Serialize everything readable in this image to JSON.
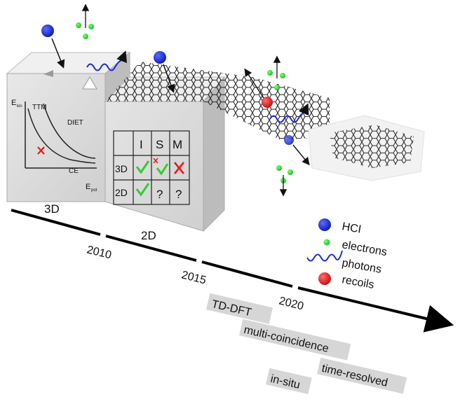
{
  "timeline": {
    "era_3d": "3D",
    "era_2d": "2D",
    "years": [
      "2010",
      "2015",
      "2020"
    ]
  },
  "graph_3d": {
    "y_axis": "E",
    "y_axis_sub": "kin",
    "x_axis": "E",
    "x_axis_sub": "pot",
    "curves": [
      "TTM",
      "DIET",
      "CE"
    ]
  },
  "matrix_2d": {
    "columns": [
      "I",
      "S",
      "M"
    ],
    "rows": [
      {
        "label": "3D",
        "cells": [
          "check",
          "cross-check",
          "cross"
        ]
      },
      {
        "label": "2D",
        "cells": [
          "check",
          "?",
          "?"
        ]
      }
    ]
  },
  "legend": [
    {
      "label": "HCI",
      "symbol": "blue-ball",
      "color": "#1a2fd0"
    },
    {
      "label": "electrons",
      "symbol": "green-dot",
      "color": "#33dd33"
    },
    {
      "label": "photons",
      "symbol": "wave",
      "color": "#1a2fd0"
    },
    {
      "label": "recoils",
      "symbol": "red-ball",
      "color": "#e51d1d"
    }
  ],
  "methods": [
    "TD-DFT",
    "multi-coincidence",
    "time-resolved",
    "in-situ"
  ],
  "colors": {
    "hci": "#1a2fd0",
    "electron": "#33dd33",
    "photon": "#1a2fd0",
    "recoil": "#e51d1d",
    "check": "#33cc33",
    "cross": "#e51d1d",
    "method_bg": "#d6d6d6"
  }
}
